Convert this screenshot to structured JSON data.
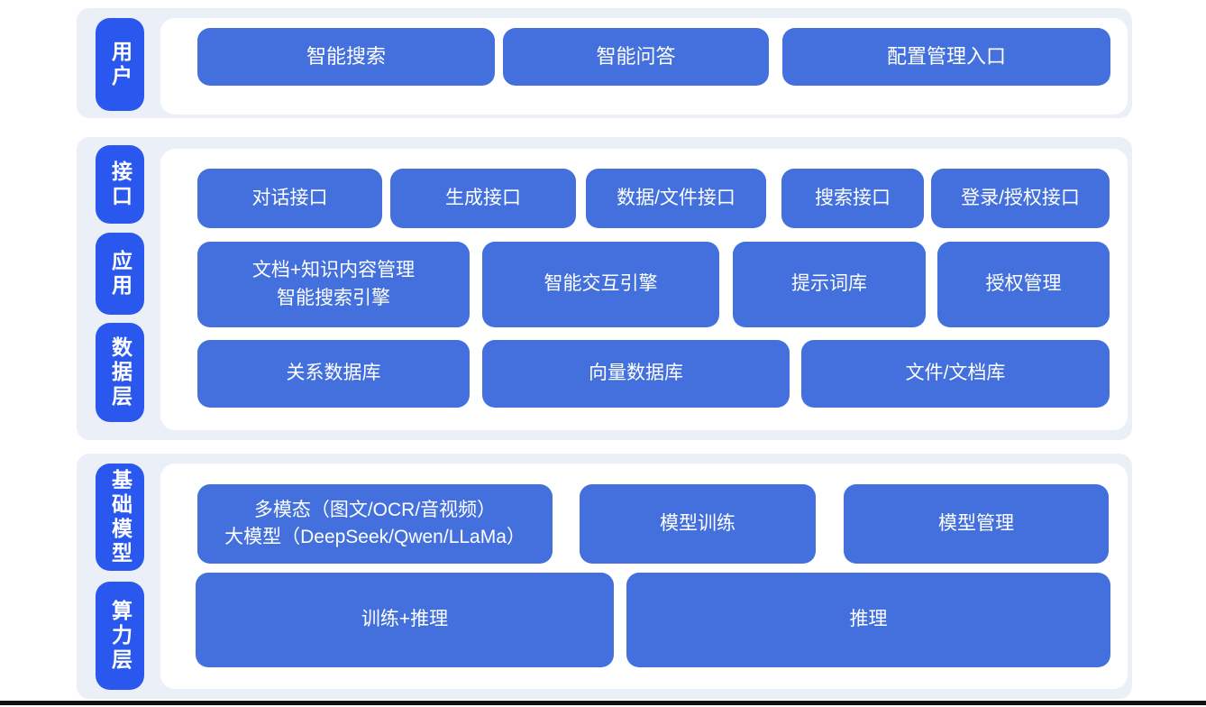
{
  "colors": {
    "box_blue": "#4370DD",
    "side_label_blue": "#2A58EE",
    "band_background": "#EBEFF8",
    "panel_background": "#FFFFFF",
    "text": "#FFFFFF",
    "bottom_bar": "#111111"
  },
  "sections": [
    {
      "labels": [
        "用户"
      ],
      "rows": [
        [
          "智能搜索",
          "智能问答",
          "配置管理入口"
        ]
      ]
    },
    {
      "labels": [
        "接口",
        "应用",
        "数据层"
      ],
      "rows": [
        [
          "对话接口",
          "生成接口",
          "数据/文件接口",
          "搜索接口",
          "登录/授权接口"
        ],
        [
          "文档+知识内容管理\n智能搜索引擎",
          "智能交互引擎",
          "提示词库",
          "授权管理"
        ],
        [
          "关系数据库",
          "向量数据库",
          "文件/文档库"
        ]
      ]
    },
    {
      "labels": [
        "基础模型",
        "算力层"
      ],
      "rows": [
        [
          "多模态（图文/OCR/音视频）\n大模型（DeepSeek/Qwen/LLaMa）",
          "模型训练",
          "模型管理"
        ],
        [
          "训练+推理",
          "推理"
        ]
      ]
    }
  ]
}
